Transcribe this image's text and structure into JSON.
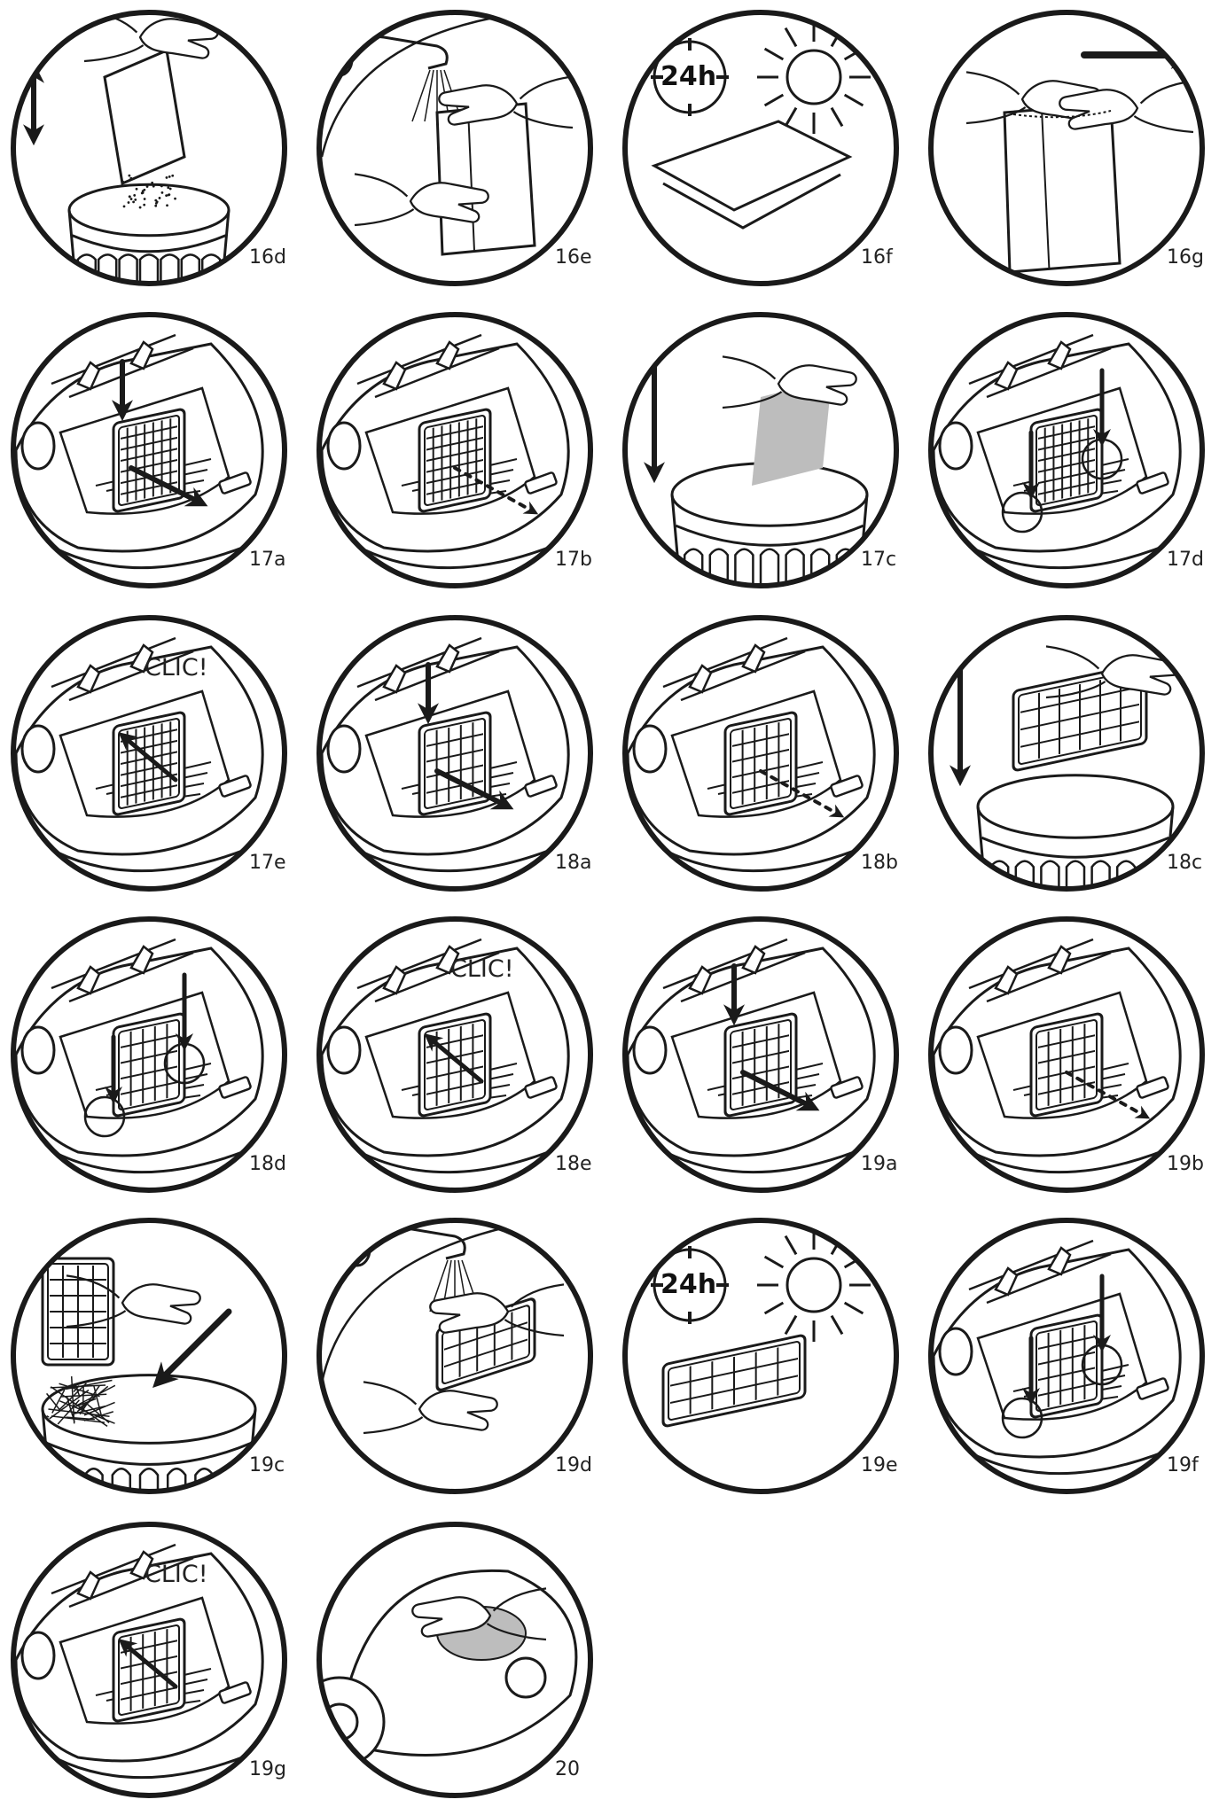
{
  "panels": [
    {
      "label": "16d",
      "scene": "bag-empty"
    },
    {
      "label": "16e",
      "scene": "bag-rinse"
    },
    {
      "label": "16f",
      "scene": "bag-dry",
      "timer": "24h"
    },
    {
      "label": "16g",
      "scene": "bag-stretch"
    },
    {
      "label": "17a",
      "scene": "frame-remove"
    },
    {
      "label": "17b",
      "scene": "frame-remove-dashed"
    },
    {
      "label": "17c",
      "scene": "filter-sheet-bin"
    },
    {
      "label": "17d",
      "scene": "frame-insert-circles"
    },
    {
      "label": "17e",
      "scene": "frame-click",
      "clic": "CLIC!"
    },
    {
      "label": "18a",
      "scene": "filter-remove"
    },
    {
      "label": "18b",
      "scene": "filter-remove-dashed"
    },
    {
      "label": "18c",
      "scene": "filter-bin"
    },
    {
      "label": "18d",
      "scene": "filter-insert-circles"
    },
    {
      "label": "18e",
      "scene": "filter-click",
      "clic": "CLIC!"
    },
    {
      "label": "19a",
      "scene": "filter-remove"
    },
    {
      "label": "19b",
      "scene": "filter-remove-dashed"
    },
    {
      "label": "19c",
      "scene": "filter-tap"
    },
    {
      "label": "19d",
      "scene": "filter-rinse"
    },
    {
      "label": "19e",
      "scene": "filter-dry",
      "timer": "24h"
    },
    {
      "label": "19f",
      "scene": "filter-insert-circles"
    },
    {
      "label": "19g",
      "scene": "filter-click",
      "clic": "CLIC!"
    },
    {
      "label": "20",
      "scene": "cleaner-wipe"
    }
  ],
  "colors": {
    "ink": "#1a1a1a",
    "grey_fill": "#bdbdbd",
    "paper": "#ffffff"
  }
}
